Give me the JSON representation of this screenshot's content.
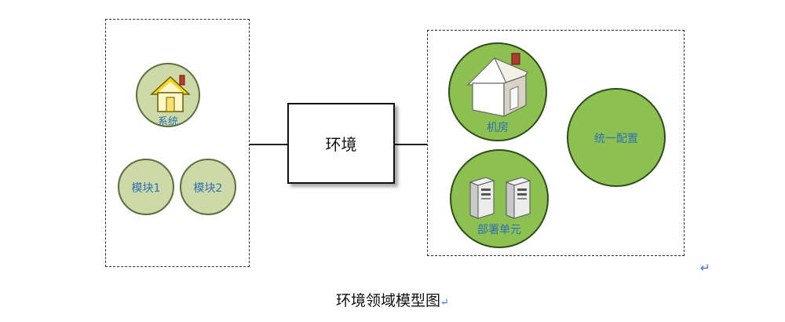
{
  "diagram": {
    "center_label": "环境",
    "left_group": {
      "system_label": "系统",
      "module1_label": "模块1",
      "module2_label": "模块2"
    },
    "right_group": {
      "machine_room_label": "机房",
      "deploy_unit_label": "部署单元",
      "unified_config_label": "统一配置"
    },
    "caption": "环境领域模型图",
    "return_mark": "↵"
  },
  "colors": {
    "pale_circle": "#cdd9a6",
    "green_circle": "#8cc152",
    "label_blue": "#2f6fb4"
  },
  "icons": [
    "house-icon",
    "building-icon",
    "server-icon"
  ]
}
